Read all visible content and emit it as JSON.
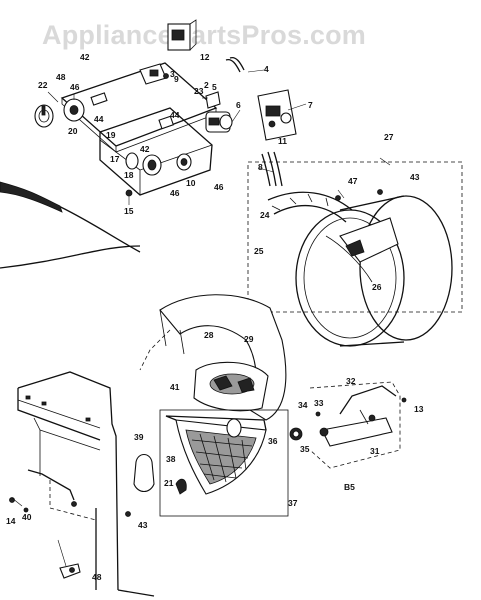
{
  "watermark": "AppliancePartsPros.com",
  "diagram_code": "B5",
  "callouts": {
    "c2": "2",
    "c3": "3",
    "c4": "4",
    "c5": "5",
    "c6": "6",
    "c7": "7",
    "c8": "8",
    "c9": "9",
    "c10": "10",
    "c11": "11",
    "c12": "12",
    "c13": "13",
    "c14": "14",
    "c15": "15",
    "c17": "17",
    "c18": "18",
    "c19": "19",
    "c20": "20",
    "c21": "21",
    "c22": "22",
    "c23": "23",
    "c24": "24",
    "c25": "25",
    "c26": "26",
    "c27": "27",
    "c28": "28",
    "c29": "29",
    "c31": "31",
    "c32": "32",
    "c33": "33",
    "c34": "34",
    "c35": "35",
    "c36": "36",
    "c37": "37",
    "c38": "38",
    "c39": "39",
    "c40": "40",
    "c41": "41",
    "c42a": "42",
    "c42b": "42",
    "c43a": "43",
    "c43b": "43",
    "c44a": "44",
    "c44b": "44",
    "c46a": "46",
    "c46b": "46",
    "c46c": "46",
    "c47": "47",
    "c48a": "48",
    "c48b": "48"
  }
}
